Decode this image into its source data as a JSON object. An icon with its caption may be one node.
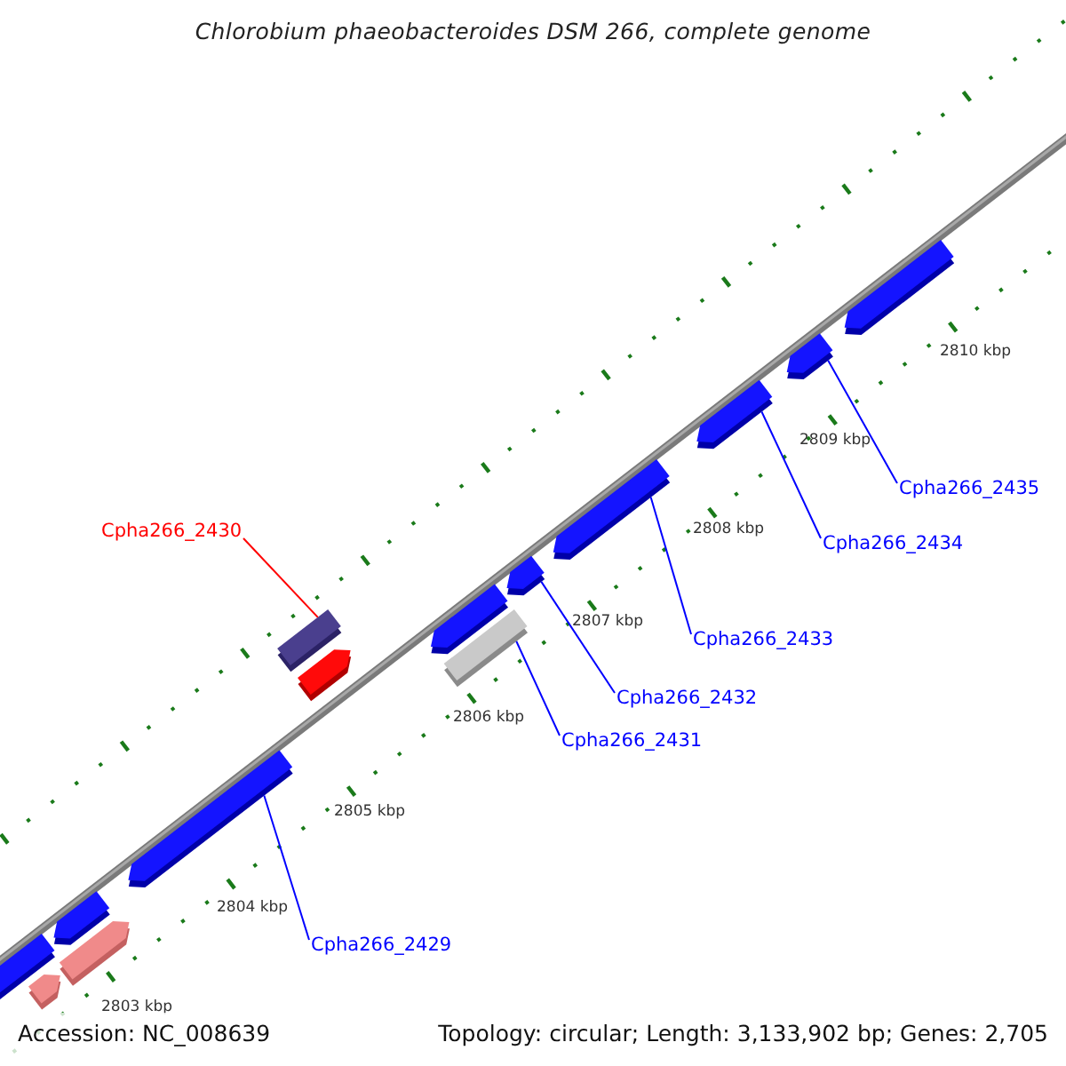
{
  "diagram": {
    "title": "Chlorobium phaeobacteroides DSM 266, complete genome",
    "nodes": [
      {
        "text": [
          "Cpha266_2429"
        ]
      },
      {
        "text": [
          "Cpha266_2430"
        ]
      },
      {
        "text": [
          "Cpha266_2431"
        ]
      },
      {
        "text": [
          "Cpha266_2432"
        ]
      },
      {
        "text": [
          "Cpha266_2433"
        ]
      },
      {
        "text": [
          "Cpha266_2434"
        ]
      },
      {
        "text": [
          "Cpha266_2435"
        ]
      },
      {
        "text": [],
        "shape": "bar"
      },
      {
        "text": [],
        "shape": "bar"
      },
      {
        "text": [],
        "shape": "bar"
      },
      {
        "text": [],
        "shape": "bar"
      },
      {
        "text": [],
        "shape": "bar"
      },
      {
        "text": [],
        "shape": "bar"
      },
      {
        "text": [],
        "shape": "bar"
      },
      {
        "text": [],
        "shape": "bar"
      },
      {
        "text": [],
        "shape": "bar"
      },
      {
        "text": [],
        "shape": "bar"
      },
      {
        "text": [],
        "shape": "bar"
      },
      {
        "text": [],
        "shape": "bar"
      },
      {
        "text": [],
        "shape": "bar"
      },
      {
        "text": [],
        "shape": "bar"
      }
    ],
    "edges": [
      {
        "from": 0,
        "to": 11,
        "arrow": "none"
      },
      {
        "from": 1,
        "to": 13,
        "arrow": "none",
        "color": "#ff0000"
      },
      {
        "from": 2,
        "to": 14,
        "arrow": "none"
      },
      {
        "from": 3,
        "to": 16,
        "arrow": "none"
      },
      {
        "from": 4,
        "to": 17,
        "arrow": "none"
      },
      {
        "from": 5,
        "to": 18,
        "arrow": "none"
      },
      {
        "from": 6,
        "to": 19,
        "arrow": "none"
      }
    ],
    "labels": [
      "2810 kbp",
      "2809 kbp",
      "2808 kbp",
      "2807 kbp",
      "2806 kbp",
      "2805 kbp",
      "2804 kbp",
      "2803 kbp",
      "Accession: NC_008639",
      "Topology: circular; Length: 3,133,902 bp; Genes: 2,705"
    ]
  }
}
